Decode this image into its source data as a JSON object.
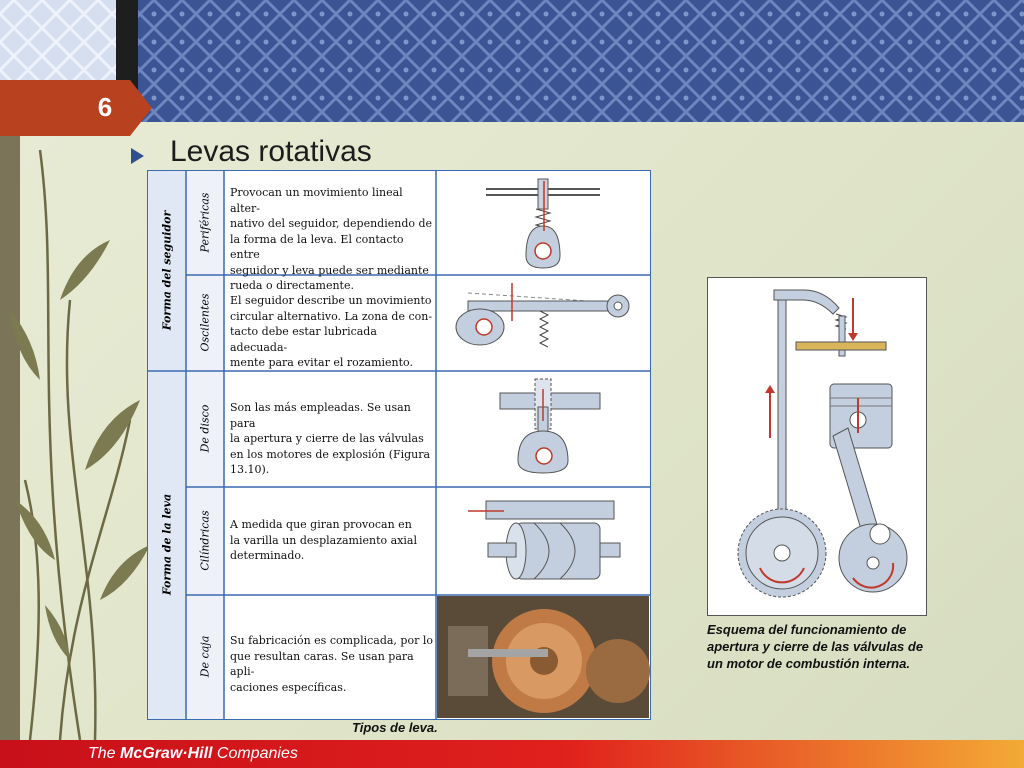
{
  "slide": {
    "number": "6",
    "title": "Levas rotativas"
  },
  "table": {
    "group_labels": [
      "Forma del seguidor",
      "Forma de la leva"
    ],
    "rows": [
      {
        "label": "Periféricas",
        "text": "Provocan un movimiento lineal alter-\nnativo del seguidor, dependiendo de\nla forma de la leva. El contacto entre\nseguidor y leva puede ser mediante\nrueda o directamente."
      },
      {
        "label": "Oscilentes",
        "text": "El seguidor describe un movimiento\ncircular alternativo. La zona de con-\ntacto debe estar lubricada adecuada-\nmente para evitar el rozamiento."
      },
      {
        "label": "De disco",
        "text": "Son las más empleadas. Se usan para\nla apertura y cierre de las válvulas\nen los motores de explosión (Figura\n13.10)."
      },
      {
        "label": "Cilíndricas",
        "text": "A medida que giran provocan en\nla varilla un desplazamiento axial\ndeterminado."
      },
      {
        "label": "De caja",
        "text": "Su fabricación es complicada, por lo\nque resultan caras. Se usan para apli-\ncaciones específicas."
      }
    ],
    "caption": "Tipos de leva."
  },
  "engine_figure": {
    "caption": "Esquema del funcionamiento de apertura y cierre de las válvulas de un motor de combustión interna."
  },
  "footer": {
    "brand_prefix": "The ",
    "brand": "McGraw·Hill",
    "brand_suffix": " Companies"
  },
  "colors": {
    "accent_red": "#c0392b",
    "footer_red": "#d8181c",
    "table_border": "#3a6ab0"
  }
}
